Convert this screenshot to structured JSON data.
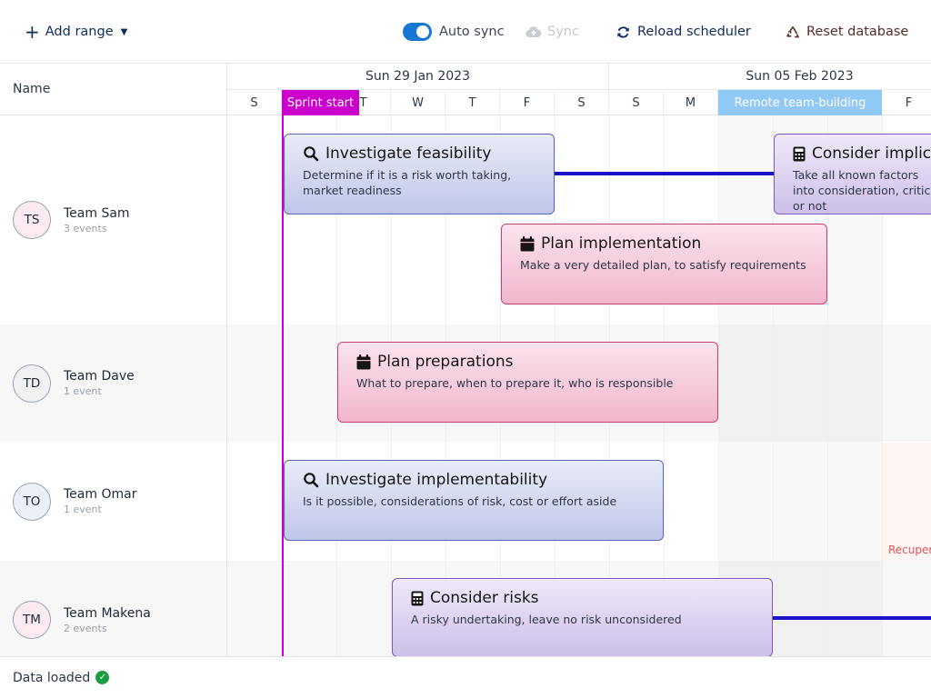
{
  "toolbar": {
    "add_range": "Add range",
    "auto_sync": "Auto sync",
    "auto_sync_on": true,
    "sync": "Sync",
    "reload": "Reload scheduler",
    "reset": "Reset database"
  },
  "header": {
    "name_column": "Name",
    "weeks": [
      "Sun 29 Jan 2023",
      "Sun 05 Feb 2023"
    ],
    "days": [
      "S",
      "M",
      "T",
      "W",
      "T",
      "F",
      "S",
      "S",
      "M",
      "T",
      "W",
      "F"
    ]
  },
  "markers": {
    "sprint_start": "Sprint start",
    "team_building": "Remote team-building",
    "recuperation": "Recuperation"
  },
  "resources": [
    {
      "initials": "TS",
      "name": "Team Sam",
      "meta": "3 events"
    },
    {
      "initials": "TD",
      "name": "Team Dave",
      "meta": "1 event"
    },
    {
      "initials": "TO",
      "name": "Team Omar",
      "meta": "1 event"
    },
    {
      "initials": "TM",
      "name": "Team Makena",
      "meta": "2 events"
    }
  ],
  "events": [
    {
      "title": "Investigate feasibility",
      "desc": "Determine if it is a risk worth taking, market readiness",
      "icon": "search-icon"
    },
    {
      "title": "Consider implications",
      "desc": "Take all known factors into consideration, critical or not",
      "icon": "calculator-icon"
    },
    {
      "title": "Plan implementation",
      "desc": "Make a very detailed plan, to satisfy requirements",
      "icon": "calendar-icon"
    },
    {
      "title": "Plan preparations",
      "desc": "What to prepare, when to prepare it, who is responsible",
      "icon": "calendar-icon"
    },
    {
      "title": "Investigate implementability",
      "desc": "Is it possible, considerations of risk, cost or effort aside",
      "icon": "search-icon"
    },
    {
      "title": "Consider risks",
      "desc": "A risky undertaking, leave no risk unconsidered",
      "icon": "calculator-icon"
    }
  ],
  "footer": {
    "status": "Data loaded"
  },
  "colors": {
    "accent": "#1677d2",
    "sprint": "#cc00cc",
    "team_building": "#90c8f6",
    "dependency": "#1a12c8",
    "success": "#1a9d3e"
  }
}
